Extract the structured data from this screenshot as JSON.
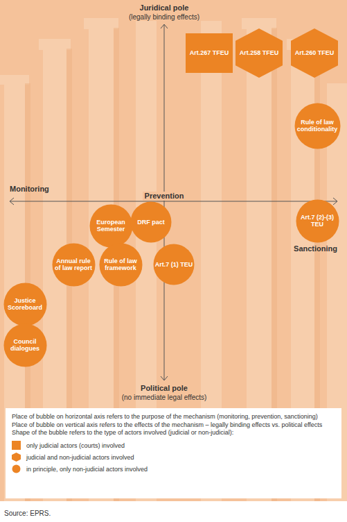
{
  "diagram": {
    "caption": "Source: EPRS.",
    "nodes": [
      {
        "text": [
          "Art.267 TFEU"
        ]
      },
      {
        "text": [
          "Art.258 TFEU"
        ]
      },
      {
        "text": [
          "Art.260 TFEU"
        ]
      },
      {
        "text": [
          "Rule of law conditionality"
        ]
      },
      {
        "text": [
          "European Semester"
        ]
      },
      {
        "text": [
          "DRF pact"
        ]
      },
      {
        "text": [
          "Art.7 (2)-(3) TEU"
        ]
      },
      {
        "text": [
          "Annual rule of law report"
        ]
      },
      {
        "text": [
          "Rule of law framework"
        ]
      },
      {
        "text": [
          "Art.7 (1) TEU"
        ]
      },
      {
        "text": [
          "Justice Scoreboard"
        ]
      },
      {
        "text": [
          "Council dialogues"
        ]
      }
    ],
    "labels": [
      "Juridical pole",
      "(legally binding effects)",
      "Monitoring",
      "Prevention",
      "Sanctioning",
      "Political pole",
      "(no immediate legal effects)",
      "Place of bubble on horizontal axis refers to the purpose of the mechanism (monitoring, prevention, sanctioning)",
      "Place of bubble on vertical axis refers to the effects of the mechanism – legally binding effects vs. political effects",
      "Shape of the bubble refers to the type of actors involved (judicial or non-judicial):"
    ],
    "legend": [
      {
        "text": "only judicial actors (courts) involved"
      },
      {
        "text": "judicial and non-judicial actors involved"
      },
      {
        "text": "in principle, only non-judicial actors involved"
      }
    ]
  }
}
